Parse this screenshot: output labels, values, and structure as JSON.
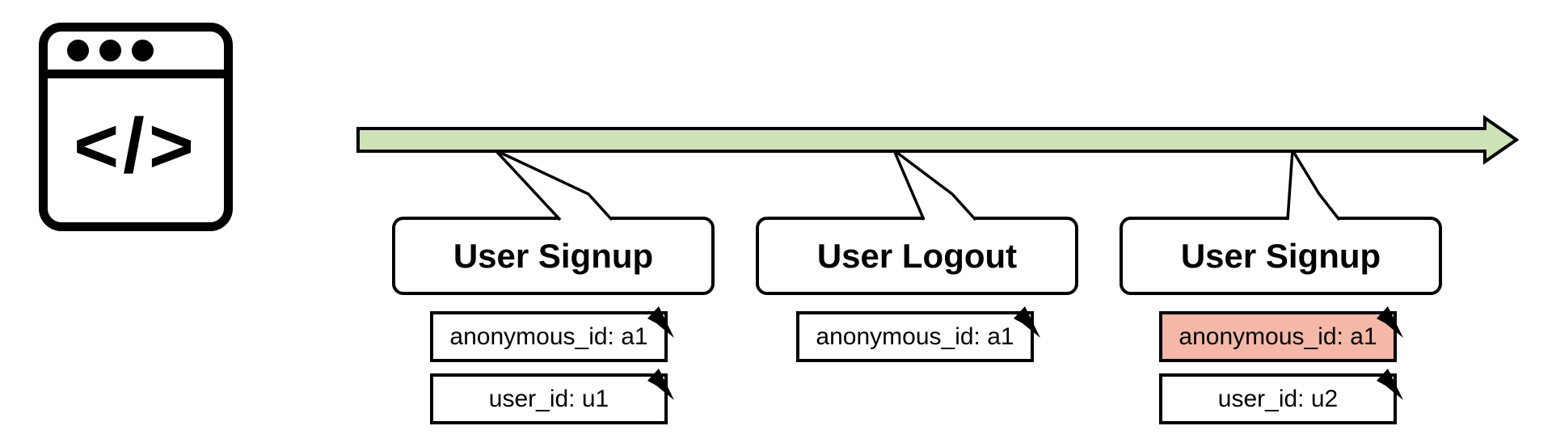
{
  "colors": {
    "timeline_green": "#cfe3b8",
    "highlight_pink": "#f4b8a8",
    "stroke_black": "#000000"
  },
  "icon": {
    "name": "browser-code",
    "glyph": "</>"
  },
  "timeline": {
    "type": "arrow-right"
  },
  "events": [
    {
      "label": "User Signup",
      "notes": [
        {
          "text": "anonymous_id: a1",
          "highlight": false
        },
        {
          "text": "user_id: u1",
          "highlight": false
        }
      ]
    },
    {
      "label": "User Logout",
      "notes": [
        {
          "text": "anonymous_id: a1",
          "highlight": false
        }
      ]
    },
    {
      "label": "User Signup",
      "notes": [
        {
          "text": "anonymous_id: a1",
          "highlight": true
        },
        {
          "text": "user_id: u2",
          "highlight": false
        }
      ]
    }
  ]
}
